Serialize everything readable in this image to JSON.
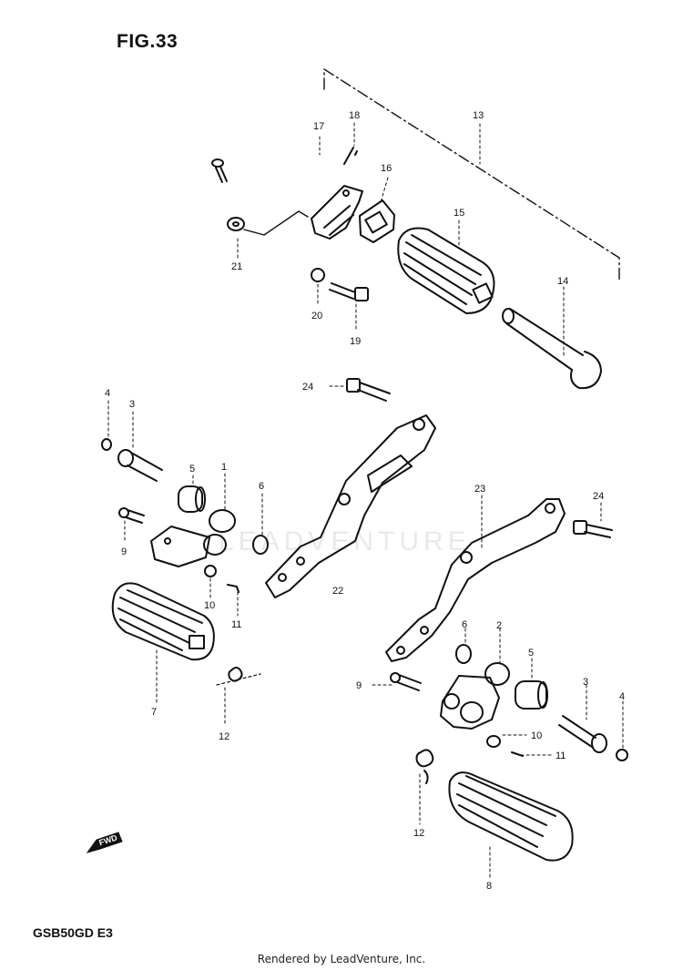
{
  "figure": {
    "title": "FIG.33"
  },
  "model_code": "GSB50GD  E3",
  "footer": "Rendered by LeadVenture, Inc.",
  "watermark": "LEADVENTURE",
  "fwd_label": "FWD",
  "callouts": {
    "c1": "1",
    "c2": "2",
    "c3a": "3",
    "c3b": "3",
    "c4a": "4",
    "c4b": "4",
    "c5a": "5",
    "c5b": "5",
    "c6a": "6",
    "c6b": "6",
    "c7": "7",
    "c8": "8",
    "c9a": "9",
    "c9b": "9",
    "c10a": "10",
    "c10b": "10",
    "c11a": "11",
    "c11b": "11",
    "c12a": "12",
    "c12b": "12",
    "c13": "13",
    "c14": "14",
    "c15": "15",
    "c16": "16",
    "c17": "17",
    "c18": "18",
    "c19": "19",
    "c20": "20",
    "c21": "21",
    "c22": "22",
    "c23": "23",
    "c24a": "24",
    "c24b": "24"
  },
  "colors": {
    "ink": "#111111",
    "paper": "#ffffff"
  }
}
